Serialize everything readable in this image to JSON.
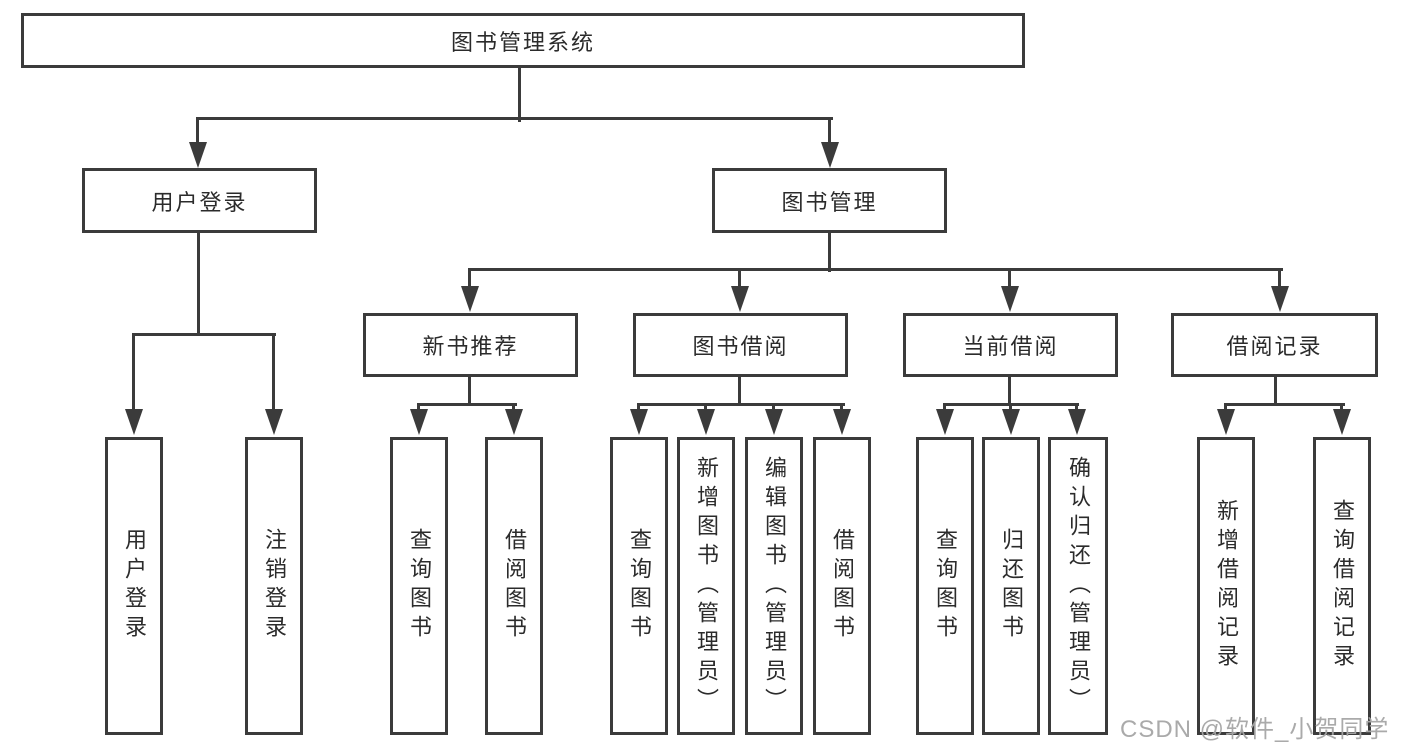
{
  "tree": {
    "label": "图书管理系统",
    "children": [
      {
        "label": "用户登录",
        "children": [
          {
            "label": "用户登录"
          },
          {
            "label": "注销登录"
          }
        ]
      },
      {
        "label": "图书管理",
        "children": [
          {
            "label": "新书推荐",
            "children": [
              {
                "label": "查询图书"
              },
              {
                "label": "借阅图书"
              }
            ]
          },
          {
            "label": "图书借阅",
            "children": [
              {
                "label": "查询图书"
              },
              {
                "label": "新增图书（管理员）"
              },
              {
                "label": "编辑图书（管理员）"
              },
              {
                "label": "借阅图书"
              }
            ]
          },
          {
            "label": "当前借阅",
            "children": [
              {
                "label": "查询图书"
              },
              {
                "label": "归还图书"
              },
              {
                "label": "确认归还（管理员）"
              }
            ]
          },
          {
            "label": "借阅记录",
            "children": [
              {
                "label": "新增借阅记录"
              },
              {
                "label": "查询借阅记录"
              }
            ]
          }
        ]
      }
    ]
  },
  "watermark": {
    "text": "CSDN @软件_小贺同学"
  },
  "colors": {
    "line": "#3b3b3b",
    "text": "#2b2b2b",
    "background": "#ffffff",
    "watermark": "#a5a5a5"
  }
}
